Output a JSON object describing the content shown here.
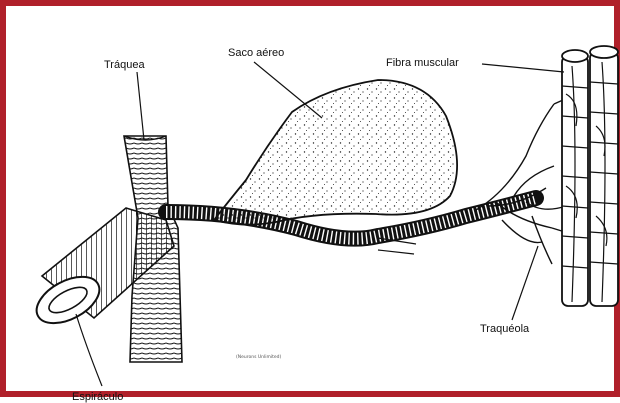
{
  "diagram": {
    "labels": {
      "traquea": "Tráquea",
      "saco_aereo": "Saco aéreo",
      "fibra_muscular": "Fibra muscular",
      "traqueola": "Traquéola",
      "espiraculo": "Espiráculo"
    },
    "credit": "(Neurons Unlimited)",
    "colors": {
      "frame": "#b0202a",
      "ink": "#111111",
      "background": "#ffffff"
    }
  }
}
